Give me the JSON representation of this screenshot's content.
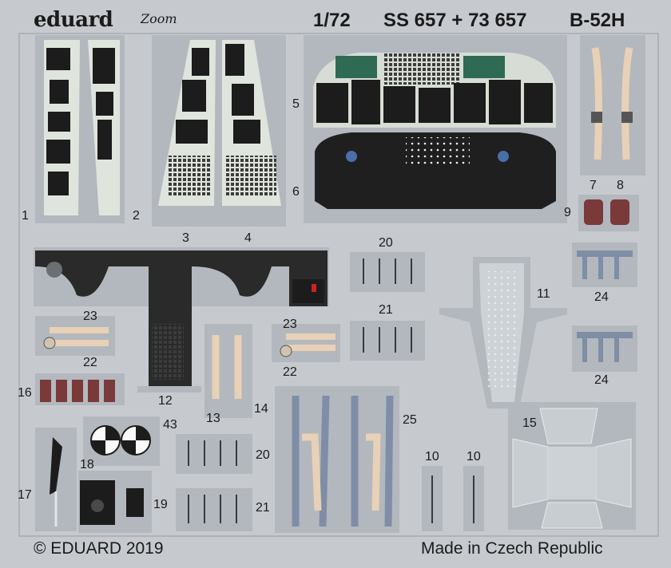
{
  "header": {
    "brand": "eduard",
    "zoom_mark": "Zoom",
    "scale": "1/72",
    "set_number": "SS 657 + 73 657",
    "aircraft": "B-52H"
  },
  "footer": {
    "copyright": "© EDUARD 2019",
    "origin": "Made in Czech Republic"
  },
  "part_numbers": {
    "p1": "1",
    "p2": "2",
    "p3": "3",
    "p4": "4",
    "p5": "5",
    "p6": "6",
    "p7": "7",
    "p8": "8",
    "p9": "9",
    "p10a": "10",
    "p10b": "10",
    "p11": "11",
    "p12": "12",
    "p13": "13",
    "p14": "14",
    "p15": "15",
    "p16": "16",
    "p17": "17",
    "p18": "18",
    "p19": "19",
    "p20a": "20",
    "p20b": "20",
    "p21a": "21",
    "p21b": "21",
    "p22a": "22",
    "p22b": "22",
    "p23a": "23",
    "p23b": "23",
    "p24a": "24",
    "p24b": "24",
    "p25": "25",
    "p43": "43"
  },
  "colors": {
    "fret": "#c6cacf",
    "frame": "#aeb3b9",
    "panel_light": "#dfe5dc",
    "panel_dark": "#1c1c1c",
    "belt_blue": "#7f8ea6",
    "belt_tan": "#e8d1b6",
    "seat_red": "#7a3a3a",
    "screen_green": "#2f6a55"
  }
}
